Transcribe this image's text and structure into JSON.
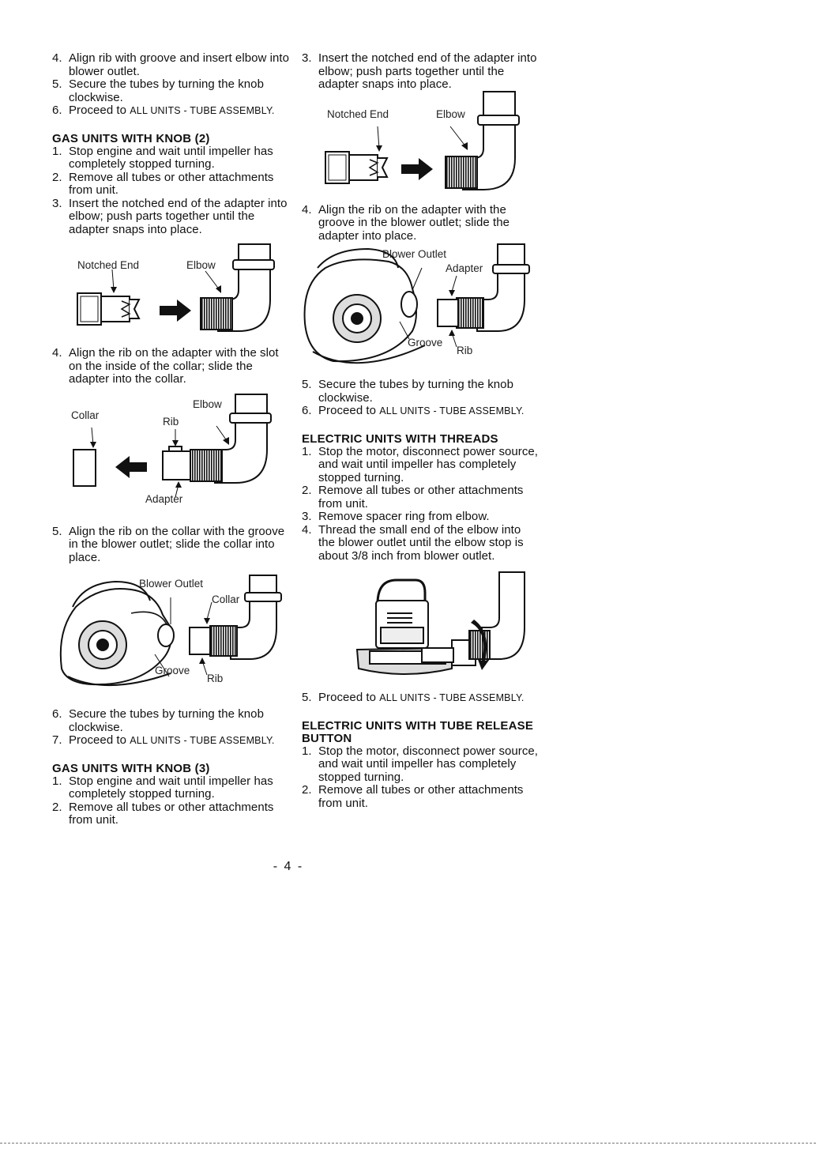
{
  "left": {
    "list1": [
      {
        "n": "4.",
        "text": "Align rib with groove and insert elbow into blower outlet."
      },
      {
        "n": "5.",
        "text": "Secure the tubes by turning the knob clockwise."
      },
      {
        "n": "6.",
        "pre": "Proceed to ",
        "sc": "ALL UNITS - TUBE ASSEMBLY."
      }
    ],
    "heading1": "GAS UNITS WITH KNOB (2)",
    "list2": [
      {
        "n": "1.",
        "text": "Stop engine and wait until impeller has completely stopped turning."
      },
      {
        "n": "2.",
        "text": "Remove all tubes or other attachments from unit."
      },
      {
        "n": "3.",
        "text": "Insert the notched end of the adapter into elbow; push parts together until the adapter snaps into place."
      }
    ],
    "fig1": {
      "notched_end": "Notched End",
      "elbow": "Elbow"
    },
    "list3": [
      {
        "n": "4.",
        "text": "Align the rib on the adapter with the slot on the inside of the collar; slide the adapter into the collar."
      }
    ],
    "fig2": {
      "collar": "Collar",
      "rib": "Rib",
      "elbow": "Elbow",
      "adapter": "Adapter"
    },
    "list4": [
      {
        "n": "5.",
        "text": "Align the rib on the collar with the groove in the blower outlet; slide the collar into place."
      }
    ],
    "fig3": {
      "blower_outlet": "Blower Outlet",
      "collar": "Collar",
      "groove": "Groove",
      "rib": "Rib"
    },
    "list5": [
      {
        "n": "6.",
        "text": "Secure the tubes by turning the knob clockwise."
      },
      {
        "n": "7.",
        "pre": "Proceed to ",
        "sc": "ALL UNITS - TUBE ASSEMBLY."
      }
    ],
    "heading2": "GAS UNITS WITH KNOB (3)",
    "list6": [
      {
        "n": "1.",
        "text": "Stop engine and wait until impeller has completely stopped turning."
      },
      {
        "n": "2.",
        "text": "Remove all tubes or other attachments from unit."
      }
    ]
  },
  "right": {
    "list1": [
      {
        "n": "3.",
        "text": "Insert the notched end of the adapter into elbow; push parts together until the adapter snaps into place."
      }
    ],
    "fig1": {
      "notched_end": "Notched End",
      "elbow": "Elbow"
    },
    "list2": [
      {
        "n": "4.",
        "text": "Align the rib on the adapter with the groove in the blower outlet; slide the adapter into place."
      }
    ],
    "fig2": {
      "blower_outlet": "Blower Outlet",
      "adapter": "Adapter",
      "groove": "Groove",
      "rib": "Rib"
    },
    "list3": [
      {
        "n": "5.",
        "text": "Secure the tubes by turning the knob clockwise."
      },
      {
        "n": "6.",
        "pre": "Proceed to ",
        "sc": "ALL UNITS - TUBE ASSEMBLY."
      }
    ],
    "heading1": "ELECTRIC UNITS WITH THREADS",
    "list4": [
      {
        "n": "1.",
        "text": "Stop the motor, disconnect power source, and wait until impeller has completely stopped turning."
      },
      {
        "n": "2.",
        "text": "Remove all tubes or other attachments from unit."
      },
      {
        "n": "3.",
        "text": "Remove spacer ring from elbow."
      },
      {
        "n": "4.",
        "text": "Thread the small end of the elbow into the blower outlet until the elbow stop is about 3/8 inch from blower outlet."
      }
    ],
    "list5": [
      {
        "n": "5.",
        "pre": "Proceed to ",
        "sc": "ALL UNITS - TUBE ASSEMBLY."
      }
    ],
    "heading2": "ELECTRIC UNITS WITH TUBE RELEASE BUTTON",
    "list6": [
      {
        "n": "1.",
        "text": "Stop the motor, disconnect power source, and wait until impeller has completely stopped turning."
      },
      {
        "n": "2.",
        "text": "Remove all tubes or other attachments from unit."
      }
    ]
  },
  "page_number": "- 4 -"
}
